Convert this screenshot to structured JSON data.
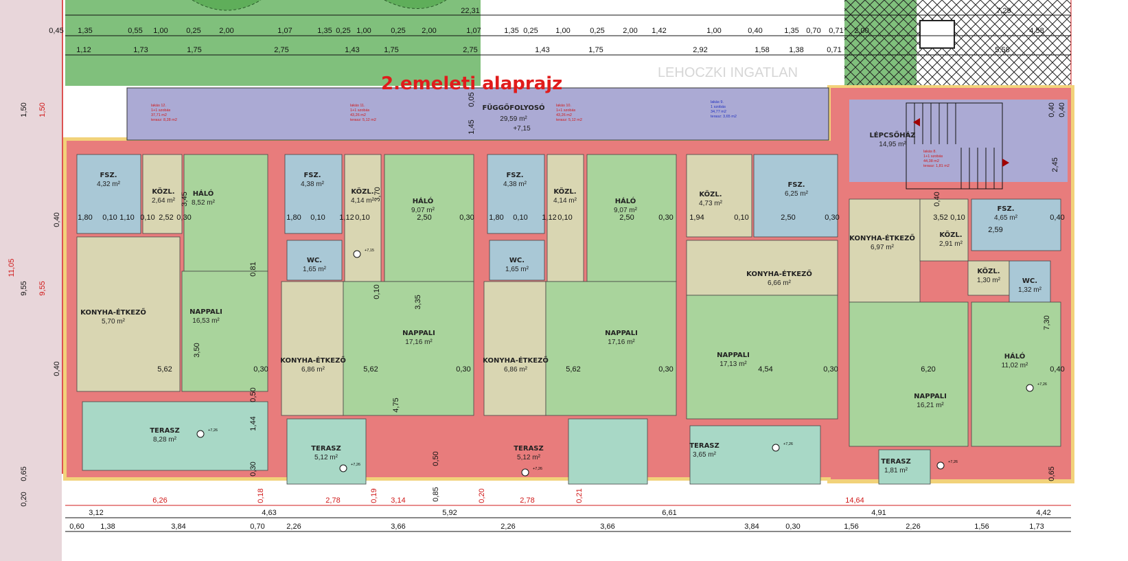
{
  "title": "2.emeleti alaprajz",
  "watermark": "LEHOCZKI INGATLAN",
  "colors": {
    "wall": "#e87c7c",
    "insulation": "#f2d27a",
    "room": "#a9d49c",
    "bath": "#a9c8d6",
    "hall": "#d9d6b2",
    "terrace": "#a8d8c6",
    "corridor": "#abaad4",
    "garden": "#80c07c",
    "side": "#e8d6da"
  },
  "corridor": {
    "name": "FÜGGŐFOLYOSÓ",
    "area": "29,59 m²",
    "level": "+7,15"
  },
  "unit_notes": [
    {
      "lines": [
        "lakás 12.",
        "1+1 szobás",
        "37,71 m2",
        "terasz: 8,28 m2"
      ]
    },
    {
      "lines": [
        "lakás 11.",
        "1+1 szobás",
        "43,26 m2",
        "terasz: 5,12 m2"
      ]
    },
    {
      "lines": [
        "lakás 10.",
        "1+1 szobás",
        "43,26 m2",
        "terasz: 5,12 m2"
      ]
    },
    {
      "lines": [
        "lakás 9.",
        "1 szobás",
        "34,77 m2",
        "terasz: 3,65 m2"
      ]
    },
    {
      "lines": [
        "lakás 8.",
        "1+1 szobás",
        "44,38 m2",
        "terasz: 1,81 m2"
      ]
    }
  ],
  "rooms": [
    {
      "name": "FSZ.",
      "area": "4,32 m²"
    },
    {
      "name": "KÖZL.",
      "area": "2,64 m²"
    },
    {
      "name": "HÁLÓ",
      "area": "8,52 m²"
    },
    {
      "name": "KONYHA-ÉTKEZŐ",
      "area": "5,70 m²"
    },
    {
      "name": "NAPPALI",
      "area": "16,53 m²"
    },
    {
      "name": "TERASZ",
      "area": "8,28 m²"
    },
    {
      "name": "FSZ.",
      "area": "4,38 m²"
    },
    {
      "name": "KÖZL.",
      "area": "4,14 m²"
    },
    {
      "name": "HÁLÓ",
      "area": "9,07 m²"
    },
    {
      "name": "WC.",
      "area": "1,65 m²"
    },
    {
      "name": "KONYHA-ÉTKEZŐ",
      "area": "6,86 m²"
    },
    {
      "name": "NAPPALI",
      "area": "17,16 m²"
    },
    {
      "name": "TERASZ",
      "area": "5,12 m²"
    },
    {
      "name": "FSZ.",
      "area": "4,38 m²"
    },
    {
      "name": "KÖZL.",
      "area": "4,14 m²"
    },
    {
      "name": "HÁLÓ",
      "area": "9,07 m²"
    },
    {
      "name": "WC.",
      "area": "1,65 m²"
    },
    {
      "name": "KONYHA-ÉTKEZŐ",
      "area": "6,86 m²"
    },
    {
      "name": "NAPPALI",
      "area": "17,16 m²"
    },
    {
      "name": "TERASZ",
      "area": "5,12 m²"
    },
    {
      "name": "KÖZL.",
      "area": "4,73 m²"
    },
    {
      "name": "FSZ.",
      "area": "6,25 m²"
    },
    {
      "name": "KONYHA-ÉTKEZŐ",
      "area": "6,66 m²"
    },
    {
      "name": "NAPPALI",
      "area": "17,13 m²"
    },
    {
      "name": "TERASZ",
      "area": "3,65 m²"
    },
    {
      "name": "LÉPCSŐHÁZ",
      "area": "14,95 m²"
    },
    {
      "name": "KONYHA-ÉTKEZŐ",
      "area": "6,97 m²"
    },
    {
      "name": "KÖZL.",
      "area": "2,91 m²"
    },
    {
      "name": "FSZ.",
      "area": "4,65 m²"
    },
    {
      "name": "KÖZL.",
      "area": "1,30 m²"
    },
    {
      "name": "WC.",
      "area": "1,32 m²"
    },
    {
      "name": "NAPPALI",
      "area": "16,21 m²"
    },
    {
      "name": "HÁLÓ",
      "area": "11,02 m²"
    },
    {
      "name": "TERASZ",
      "area": "1,81 m²"
    }
  ],
  "levels": [
    "+7,15",
    "+7,26",
    "+7,26",
    "+7,26",
    "+7,26",
    "+7,26",
    "+7,26"
  ],
  "dims_top": {
    "total": [
      "22,31",
      "7,29"
    ],
    "row2": [
      "0,45",
      "1,35",
      "0,55",
      "1,00",
      "0,25",
      "2,00",
      "1,07",
      "1,35",
      "0,25",
      "1,00",
      "0,25",
      "2,00",
      "1,07",
      "1,35",
      "0,25",
      "1,00",
      "0,25",
      "2,00",
      "1,42",
      "1,00",
      "0,40",
      "1,35",
      "0,70",
      "0,71",
      "2,00",
      "4,58"
    ],
    "row3": [
      "1,12",
      "1,73",
      "1,75",
      "2,75",
      "1,43",
      "1,75",
      "2,75",
      "1,43",
      "1,75",
      "2,92",
      "1,58",
      "1,38",
      "0,71",
      "5,58"
    ]
  },
  "dims_bottom": {
    "red": [
      "6,26",
      "0,18",
      "2,78",
      "0,19",
      "3,14",
      "0,20",
      "2,78",
      "0,21",
      "14,64"
    ],
    "row2": [
      "3,12",
      "4,63",
      "5,92",
      "6,61",
      "4,91",
      "4,42"
    ],
    "row3": [
      "0,60",
      "1,38",
      "3,84",
      "0,70",
      "2,26",
      "3,66",
      "2,26",
      "3,66",
      "3,84",
      "0,30",
      "1,56",
      "2,26",
      "1,56",
      "1,73"
    ]
  },
  "dims_left": [
    "1,50",
    "1,50",
    "11,05",
    "9,55",
    "9,55",
    "0,40",
    "0,40",
    "0,65",
    "0,20"
  ],
  "dims_inner": [
    "1,80",
    "0,10",
    "1,10",
    "0,10",
    "2,52",
    "0,30",
    "3,45",
    "0,81",
    "3,50",
    "5,62",
    "0,30",
    "0,50",
    "1,44",
    "0,30",
    "1,80",
    "0,10",
    "1,12",
    "0,10",
    "2,50",
    "0,30",
    "3,70",
    "0,10",
    "3,35",
    "5,62",
    "0,30",
    "4,75",
    "0,50",
    "0,85",
    "1,80",
    "0,10",
    "1,12",
    "0,10",
    "2,50",
    "0,30",
    "5,62",
    "0,30",
    "1,94",
    "0,10",
    "2,50",
    "0,30",
    "4,54",
    "0,30",
    "3,52",
    "0,10",
    "2,59",
    "0,40",
    "6,20",
    "0,40",
    "7,30",
    "0,40",
    "0,65",
    "0,05",
    "1,45",
    "0,40",
    "0,40",
    "2,45"
  ]
}
